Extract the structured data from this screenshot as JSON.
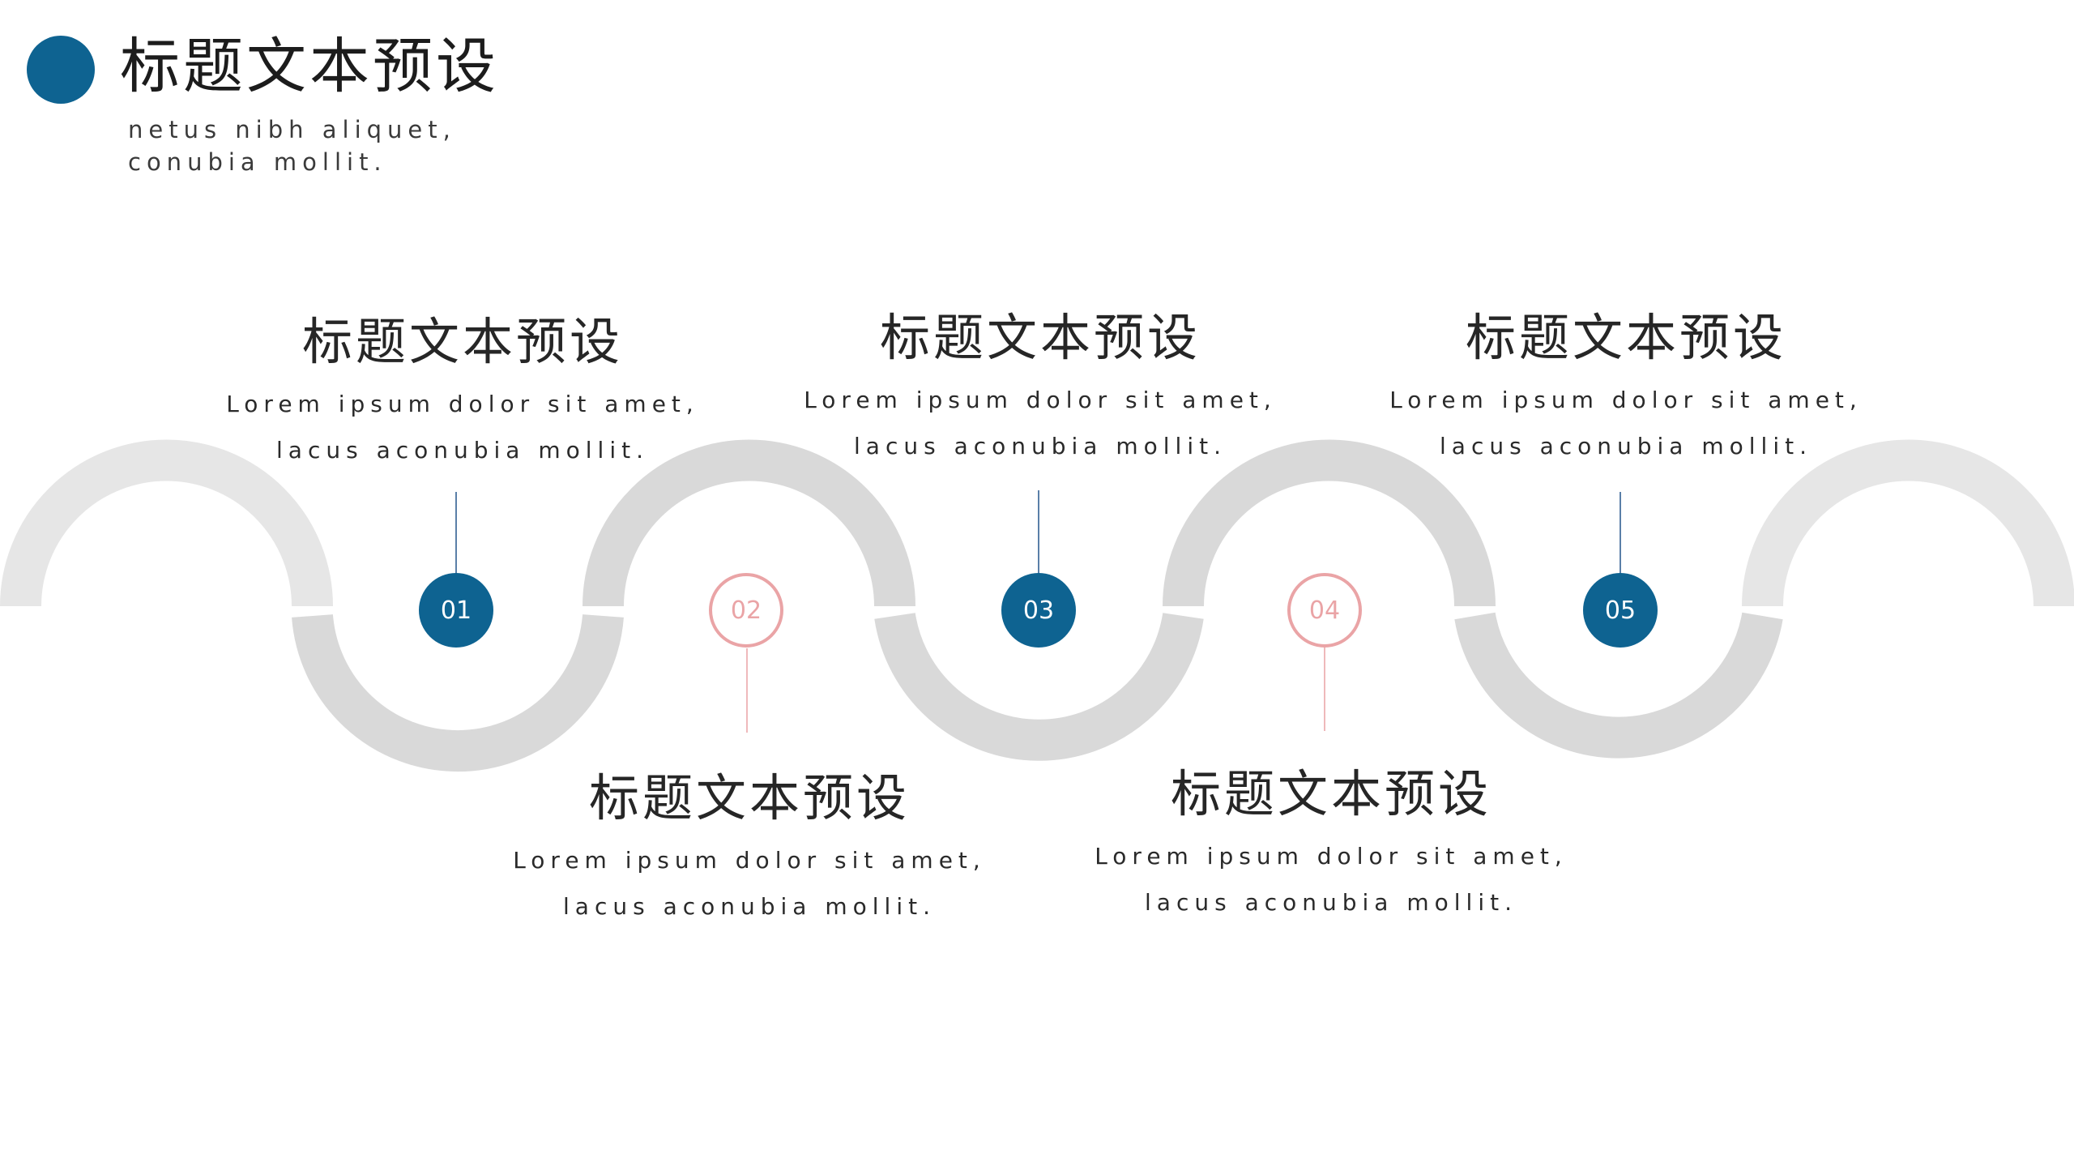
{
  "header": {
    "title": "标题文本预设",
    "subtitle_line1": "netus nibh aliquet,",
    "subtitle_line2": "conubia mollit."
  },
  "colors": {
    "accent_blue": "#0e6391",
    "accent_pink": "#eaa4a6",
    "wave_gray": "#d9d9d9",
    "wave_light_gray": "#e6e6e6"
  },
  "steps": [
    {
      "number": "01",
      "style": "filled",
      "position": "above",
      "title": "标题文本预设",
      "line1": "Lorem ipsum dolor sit amet,",
      "line2": "lacus aconubia mollit."
    },
    {
      "number": "02",
      "style": "outline",
      "position": "below",
      "title": "标题文本预设",
      "line1": "Lorem ipsum dolor sit amet,",
      "line2": "lacus aconubia mollit."
    },
    {
      "number": "03",
      "style": "filled",
      "position": "above",
      "title": "标题文本预设",
      "line1": "Lorem ipsum dolor sit amet,",
      "line2": "lacus aconubia mollit."
    },
    {
      "number": "04",
      "style": "outline",
      "position": "below",
      "title": "标题文本预设",
      "line1": "Lorem ipsum dolor sit amet,",
      "line2": "lacus aconubia mollit."
    },
    {
      "number": "05",
      "style": "filled",
      "position": "above",
      "title": "标题文本预设",
      "line1": "Lorem ipsum dolor sit amet,",
      "line2": "lacus aconubia mollit."
    }
  ]
}
